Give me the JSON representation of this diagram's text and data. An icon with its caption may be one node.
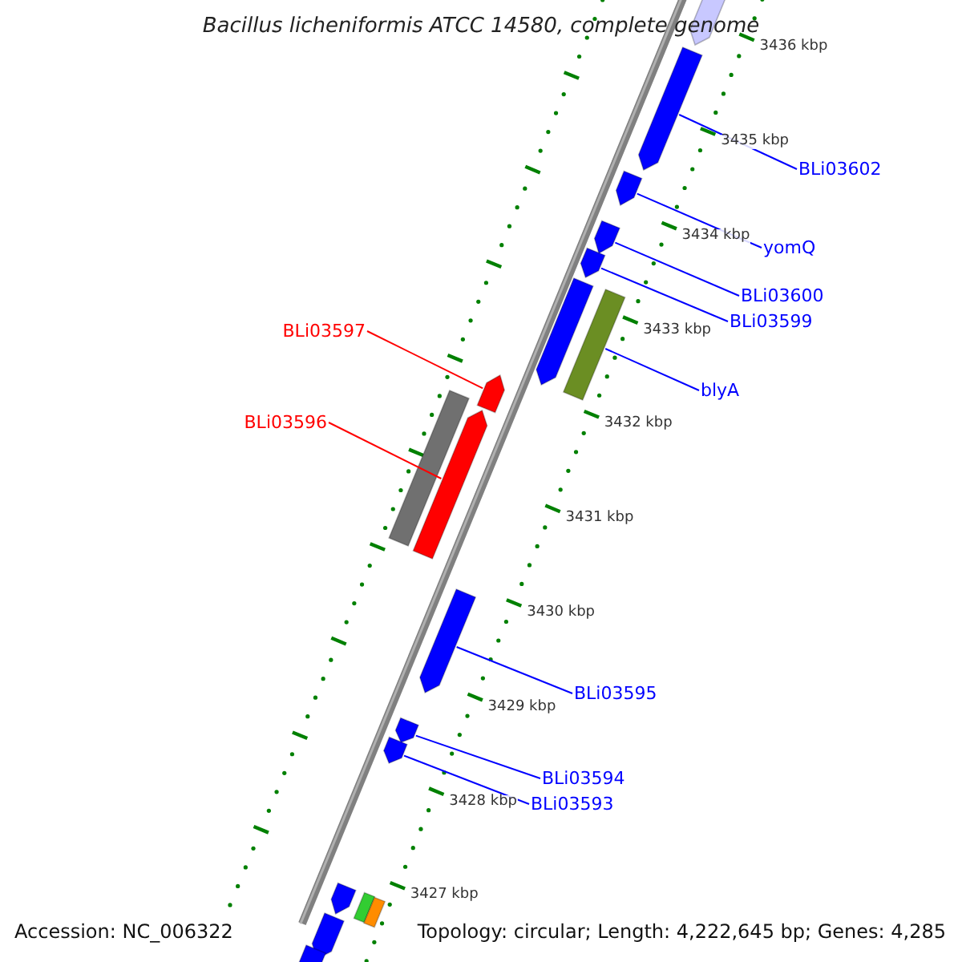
{
  "diagram": {
    "title": "Bacillus licheniformis ATCC 14580, complete genome",
    "nodes": [
      {
        "text": [
          "BLi03602"
        ]
      },
      {
        "text": [
          "yomQ"
        ]
      },
      {
        "text": [
          "BLi03600"
        ]
      },
      {
        "text": [
          "BLi03599"
        ]
      },
      {
        "text": [
          "BLi03597"
        ]
      },
      {
        "text": [
          "blyA"
        ]
      },
      {
        "text": [
          "BLi03596"
        ]
      },
      {
        "text": [
          "BLi03595"
        ]
      },
      {
        "text": [
          "BLi03594"
        ]
      },
      {
        "text": [
          "BLi03593"
        ]
      },
      {
        "text": [],
        "shape": "pentagon"
      },
      {
        "text": [],
        "shape": "pentagon"
      },
      {
        "text": [],
        "shape": "pentagon"
      },
      {
        "text": [],
        "shape": "pentagon"
      },
      {
        "text": [],
        "shape": "pentagon"
      },
      {
        "text": [],
        "shape": "pentagon"
      },
      {
        "text": [],
        "shape": "bar"
      },
      {
        "text": [],
        "shape": "pentagon"
      },
      {
        "text": [],
        "shape": "bar"
      },
      {
        "text": [],
        "shape": "pentagon"
      },
      {
        "text": [],
        "shape": "pentagon"
      },
      {
        "text": [],
        "shape": "pentagon"
      },
      {
        "text": [],
        "shape": "pentagon"
      },
      {
        "text": [],
        "shape": "pentagon"
      },
      {
        "text": [],
        "shape": "bar"
      },
      {
        "text": [],
        "shape": "bar"
      },
      {
        "text": [],
        "shape": "pentagon"
      },
      {
        "text": [],
        "shape": "pentagon"
      }
    ],
    "edges": [
      {
        "from": 0,
        "to": 11,
        "arrow": "none"
      },
      {
        "from": 1,
        "to": 12,
        "arrow": "none"
      },
      {
        "from": 2,
        "to": 13,
        "arrow": "none"
      },
      {
        "from": 3,
        "to": 14,
        "arrow": "none"
      },
      {
        "from": 4,
        "to": 17,
        "arrow": "none",
        "color": "#ff0000"
      },
      {
        "from": 5,
        "to": 16,
        "arrow": "none"
      },
      {
        "from": 6,
        "to": 19,
        "arrow": "none",
        "color": "#ff0000"
      },
      {
        "from": 7,
        "to": 20,
        "arrow": "none"
      },
      {
        "from": 8,
        "to": 21,
        "arrow": "none"
      },
      {
        "from": 9,
        "to": 22,
        "arrow": "none"
      }
    ],
    "labels": [
      "3436 kbp",
      "3435 kbp",
      "3434 kbp",
      "3433 kbp",
      "3432 kbp",
      "3431 kbp",
      "3430 kbp",
      "3429 kbp",
      "3428 kbp",
      "3427 kbp",
      "Accession: NC_006322",
      "Topology: circular; Length: 4,222,645 bp; Genes: 4,285"
    ]
  }
}
